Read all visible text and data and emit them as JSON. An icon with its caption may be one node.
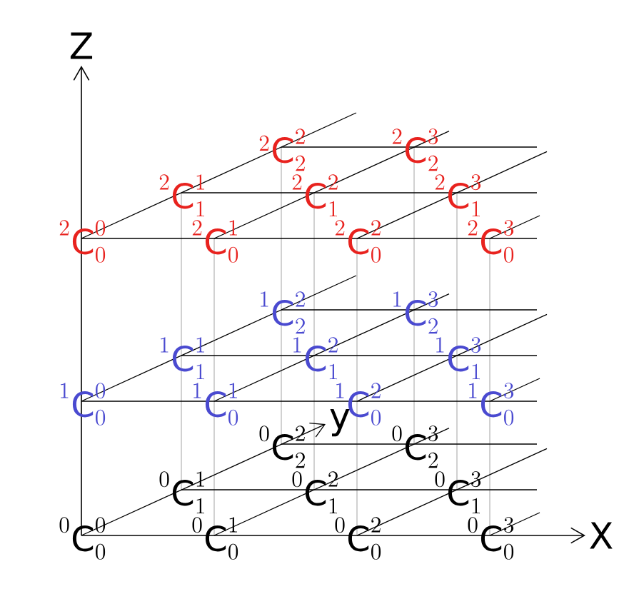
{
  "diagram": {
    "labels": [
      "Z",
      "{}^{2}\\mathrm{C}^{2}_{2}",
      "{}^{2}\\mathrm{C}^{3}_{2}",
      "{}^{2}\\mathrm{C}^{1}_{1}",
      "{}^{2}\\mathrm{C}^{2}_{1}",
      "{}^{2}\\mathrm{C}^{3}_{1}",
      "{}^{2}\\mathrm{C}^{0}_{0}",
      "{}^{2}\\mathrm{C}^{1}_{0}",
      "{}^{2}\\mathrm{C}^{2}_{0}",
      "{}^{2}\\mathrm{C}^{3}_{0}",
      "{}^{1}\\mathrm{C}^{2}_{2}",
      "{}^{1}\\mathrm{C}^{3}_{2}",
      "{}^{1}\\mathrm{C}^{1}_{1}",
      "{}^{1}\\mathrm{C}^{2}_{1}",
      "{}^{1}\\mathrm{C}^{3}_{1}",
      "{}^{1}\\mathrm{C}^{0}_{0}",
      "{}^{1}\\mathrm{C}^{1}_{0}",
      "{}^{1}\\mathrm{C}^{2}_{0}",
      "{}^{1}\\mathrm{C}^{3}_{0}",
      "y",
      "{}^{0}\\mathrm{C}^{2}_{2}",
      "{}^{0}\\mathrm{C}^{3}_{2}",
      "{}^{0}\\mathrm{C}^{1}_{1}",
      "{}^{0}\\mathrm{C}^{2}_{1}",
      "{}^{0}\\mathrm{C}^{3}_{1}",
      "{}^{0}\\mathrm{C}^{0}_{0}",
      "{}^{0}\\mathrm{C}^{1}_{0}",
      "{}^{0}\\mathrm{C}^{2}_{0}",
      "{}^{0}\\mathrm{C}^{3}_{0}",
      "X"
    ]
  }
}
